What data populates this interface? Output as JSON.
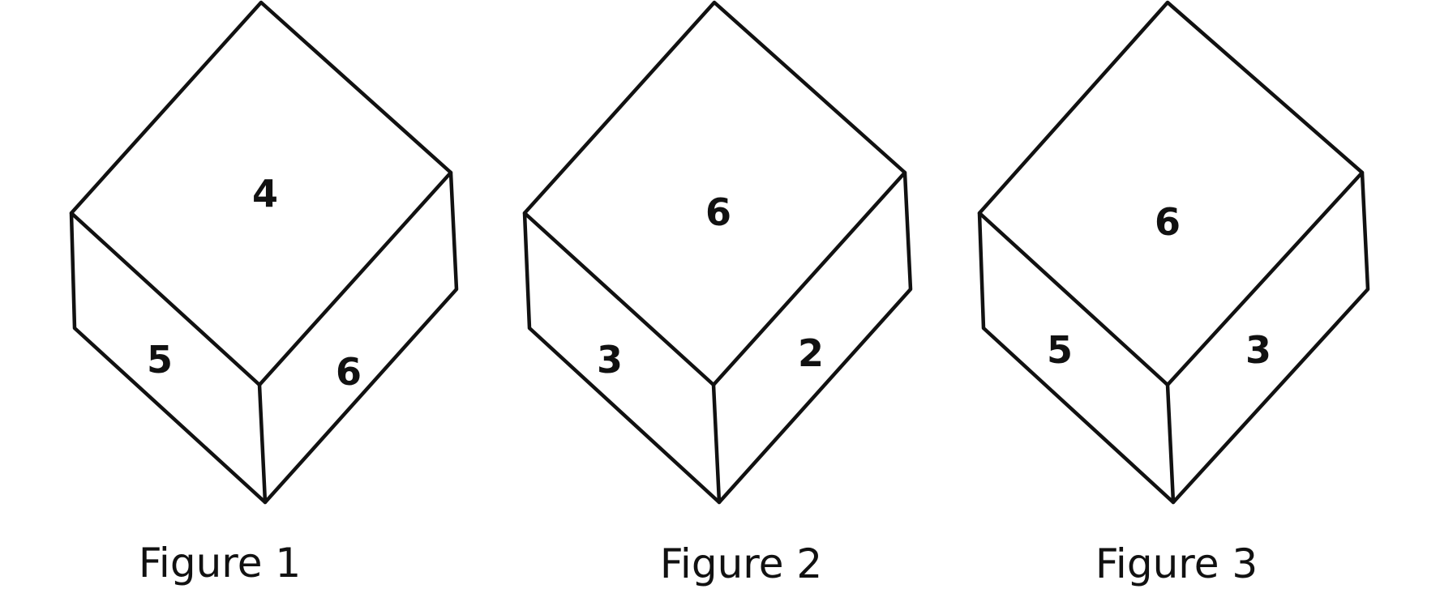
{
  "figures": [
    {
      "caption": "Figure 1",
      "faces": {
        "top": "4",
        "left": "5",
        "right": "6"
      }
    },
    {
      "caption": "Figure 2",
      "faces": {
        "top": "6",
        "left": "3",
        "right": "2"
      }
    },
    {
      "caption": "Figure 3",
      "faces": {
        "top": "6",
        "left": "5",
        "right": "3"
      }
    }
  ],
  "colors": {
    "line": "#111111",
    "background": "#ffffff"
  }
}
